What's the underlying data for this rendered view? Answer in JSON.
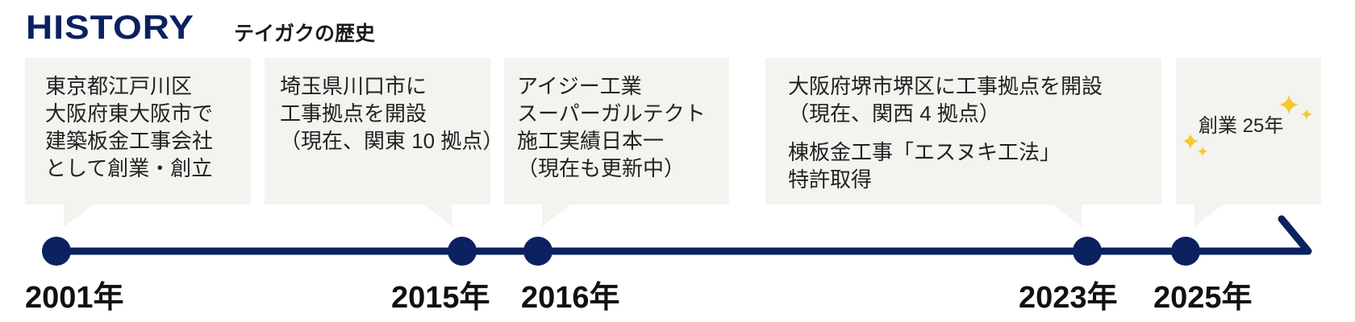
{
  "header": {
    "title": "HISTORY",
    "subtitle": "テイガクの歴史"
  },
  "colors": {
    "navy": "#0b2160",
    "box": "#f3f3ef",
    "sparkle": "#f7c72f"
  },
  "events": [
    {
      "year": "2001年",
      "lines": [
        "東京都江戸川区",
        "大阪府東大阪市で",
        "建築板金工事会社",
        "として創業・創立"
      ]
    },
    {
      "year": "2015年",
      "lines": [
        "埼玉県川口市に",
        "工事拠点を開設",
        "（現在、関東 10 拠点）"
      ]
    },
    {
      "year": "2016年",
      "lines": [
        "アイジー工業",
        "スーパーガルテクト",
        "施工実績日本一",
        "（現在も更新中）"
      ]
    },
    {
      "year": "2023年",
      "lines": [
        "大阪府堺市堺区に工事拠点を開設",
        "（現在、関西 4 拠点）"
      ],
      "lines2": [
        "棟板金工事「エスヌキ工法」",
        "特許取得"
      ]
    },
    {
      "year": "2025年",
      "lines": [
        "創業 25年"
      ]
    }
  ]
}
